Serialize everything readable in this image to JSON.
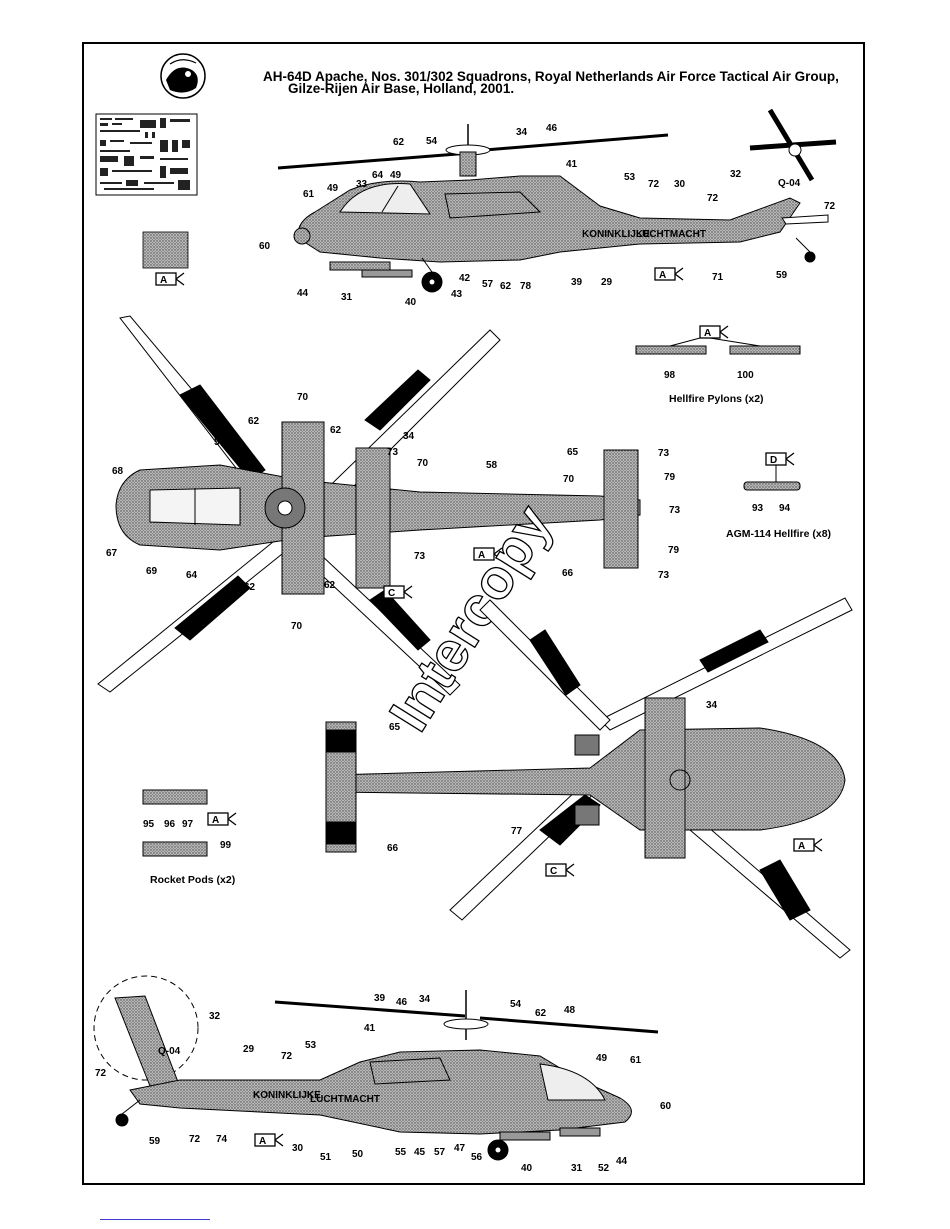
{
  "title": {
    "line1": "AH-64D Apache, Nos. 301/302 Squadrons, Royal Netherlands Air Force Tactical Air Group,",
    "line2": "Gilze-Rijen Air Base, Holland, 2001."
  },
  "captions": {
    "hellfire_pylons": "Hellfire Pylons (x2)",
    "agm114": "AGM-114 Hellfire (x8)",
    "rocket_pods": "Rocket Pods (x2)"
  },
  "watermark": "Intercopy",
  "flags": {
    "a": "A",
    "c": "C",
    "d": "D"
  },
  "markings": {
    "koninklijke": "KONINKLIJKE",
    "luchtmacht": "LUCHTMACHT",
    "serial": "Q-04"
  },
  "callouts": {
    "side_right": [
      "62",
      "54",
      "34",
      "46",
      "41",
      "53",
      "72",
      "30",
      "72",
      "32",
      "72",
      "61",
      "49",
      "33",
      "64",
      "49",
      "60",
      "44",
      "31",
      "40",
      "43",
      "42",
      "57",
      "62",
      "78",
      "39",
      "29",
      "71",
      "59"
    ],
    "top": [
      "70",
      "62",
      "62",
      "56",
      "68",
      "34",
      "73",
      "70",
      "58",
      "65",
      "73",
      "79",
      "70",
      "73",
      "79",
      "66",
      "73",
      "67",
      "69",
      "64",
      "62",
      "62",
      "73",
      "70"
    ],
    "bottom": [
      "34",
      "65",
      "77",
      "66"
    ],
    "pylons": [
      "98",
      "100"
    ],
    "hellfire": [
      "93",
      "94"
    ],
    "rocket": [
      "95",
      "96",
      "97",
      "99"
    ],
    "side_left": [
      "39",
      "46",
      "34",
      "54",
      "62",
      "48",
      "32",
      "41",
      "29",
      "53",
      "72",
      "49",
      "61",
      "60",
      "72",
      "59",
      "72",
      "74",
      "30",
      "51",
      "50",
      "55",
      "45",
      "57",
      "47",
      "56",
      "40",
      "31",
      "52",
      "44"
    ]
  },
  "colors": {
    "camouflage": "#9a9a9a",
    "ink": "#000000",
    "paper": "#ffffff"
  }
}
